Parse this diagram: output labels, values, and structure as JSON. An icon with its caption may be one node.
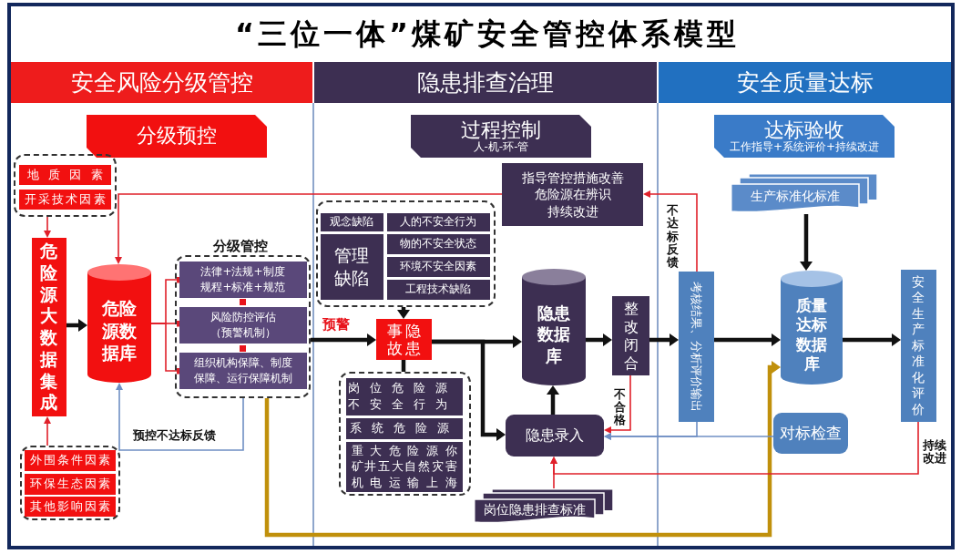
{
  "diagram": {
    "title": "“三位一体”煤矿安全管控体系模型",
    "nodes": [
      {
        "text": [
          "安全风险分级管控"
        ]
      },
      {
        "text": [
          "隐患排查治理"
        ]
      },
      {
        "text": [
          "安全质量达标"
        ]
      },
      {
        "text": [
          "分级预控"
        ]
      },
      {
        "text": [],
        "shape": "box"
      },
      {
        "text": [
          "地质因素"
        ],
        "in": 4
      },
      {
        "text": [
          "开采技术因素"
        ],
        "in": 4
      },
      {
        "text": [
          "危险源大数据集成"
        ]
      },
      {
        "text": [
          "危险源数据库"
        ]
      },
      {
        "text": [
          "分级管控"
        ]
      },
      {
        "text": [
          "法律+法规+制度规程+标准+规范"
        ],
        "in": 9
      },
      {
        "text": [
          "风险防控评估（预警机制）"
        ],
        "in": 9
      },
      {
        "text": [
          "组织机构保障、制度保障、运行保障机制"
        ],
        "in": 9
      },
      {
        "text": [],
        "shape": "box"
      },
      {
        "text": [
          "外围条件因素"
        ],
        "in": 13
      },
      {
        "text": [
          "环保生态因素"
        ],
        "in": 13
      },
      {
        "text": [
          "其他影响因素"
        ],
        "in": 13
      },
      {
        "text": [
          "过程控制",
          "人-机-环-管"
        ]
      },
      {
        "text": [
          "指导管控措施改善",
          "危险源在辨识",
          "持续改进"
        ]
      },
      {
        "text": [],
        "shape": "box"
      },
      {
        "text": [
          "观念缺陷"
        ],
        "in": 19
      },
      {
        "text": [
          "人的不安全行为"
        ],
        "in": 19
      },
      {
        "text": [
          "管理缺陷"
        ],
        "in": 19
      },
      {
        "text": [
          "物的不安全状态"
        ],
        "in": 19
      },
      {
        "text": [
          "环境不安全因素"
        ],
        "in": 19
      },
      {
        "text": [
          "工程技术缺陷"
        ],
        "in": 19
      },
      {
        "text": [
          "事故隐患"
        ]
      },
      {
        "text": [],
        "shape": "box"
      },
      {
        "text": [
          "岗位危险源不安全行为"
        ],
        "in": 27
      },
      {
        "text": [
          "系统危险源"
        ],
        "in": 27
      },
      {
        "text": [
          "重大危险源你",
          "矿井五大自然灾害",
          "机电运输上海"
        ],
        "in": 27
      },
      {
        "text": [
          "隐患数据库"
        ]
      },
      {
        "text": [
          "整改闭合"
        ]
      },
      {
        "text": [
          "隐患录入"
        ]
      },
      {
        "text": [
          "岗位隐患排查标准"
        ]
      },
      {
        "text": [
          "达标验收",
          "工作指导+系统评价+持续改进"
        ]
      },
      {
        "text": [
          "生产标准化标准"
        ]
      },
      {
        "text": [
          "考核结果、分析评价输出"
        ]
      },
      {
        "text": [
          "质量达标数据库"
        ]
      },
      {
        "text": [
          "安全生产标准化评价"
        ]
      },
      {
        "text": [
          "对标检查"
        ]
      }
    ],
    "edges": [
      {
        "from": 4,
        "to": 7,
        "arrow": "to",
        "color": "#e0202a"
      },
      {
        "from": 13,
        "to": 7,
        "arrow": "to",
        "color": "#e0202a"
      },
      {
        "from": 7,
        "to": 8,
        "arrow": "to",
        "style": "thick"
      },
      {
        "from": 8,
        "to": 10,
        "arrow": "other",
        "color": "#e0202a"
      },
      {
        "from": 8,
        "to": 11,
        "arrow": "other",
        "color": "#e0202a"
      },
      {
        "from": 8,
        "to": 12,
        "arrow": "other",
        "color": "#e0202a"
      },
      {
        "from": 9,
        "to": 8,
        "arrow": "to",
        "label": "预控不达标反馈",
        "color": "#6f8fc4"
      },
      {
        "from": 18,
        "to": 8,
        "arrow": "to",
        "color": "#e0202a"
      },
      {
        "from": 9,
        "to": 38,
        "arrow": "to",
        "style": "thick",
        "color": "#c0900c"
      },
      {
        "from": 9,
        "to": 26,
        "arrow": "to",
        "label": "预警",
        "style": "thick"
      },
      {
        "from": 19,
        "to": 26,
        "arrow": "to",
        "style": "thick"
      },
      {
        "from": 26,
        "to": 27,
        "arrow": "none",
        "style": "thick"
      },
      {
        "from": 26,
        "to": 31,
        "arrow": "to",
        "style": "thick"
      },
      {
        "from": 26,
        "to": 33,
        "arrow": "to",
        "style": "thick"
      },
      {
        "from": 33,
        "to": 31,
        "arrow": "to",
        "style": "thick"
      },
      {
        "from": 31,
        "to": 32,
        "arrow": "to",
        "style": "thick"
      },
      {
        "from": 32,
        "to": 33,
        "arrow": "to",
        "label": "不合格",
        "color": "#e0202a"
      },
      {
        "from": 34,
        "to": 33,
        "arrow": "to",
        "color": "#e0202a"
      },
      {
        "from": 39,
        "to": 33,
        "arrow": "to",
        "label": "持续改进",
        "color": "#e0202a"
      },
      {
        "from": 32,
        "to": 37,
        "arrow": "to",
        "style": "thick"
      },
      {
        "from": 37,
        "to": 18,
        "arrow": "to",
        "label": "不达标反馈",
        "color": "#e0202a"
      },
      {
        "from": 36,
        "to": 38,
        "arrow": "to",
        "style": "thick"
      },
      {
        "from": 37,
        "to": 38,
        "arrow": "to",
        "style": "thick"
      },
      {
        "from": 38,
        "to": 39,
        "arrow": "to",
        "style": "thick"
      },
      {
        "from": 40,
        "to": 33,
        "arrow": "to",
        "color": "#6f8fc4"
      },
      {
        "from": 37,
        "to": 33,
        "arrow": "to",
        "color": "#6f8fc4"
      }
    ]
  }
}
